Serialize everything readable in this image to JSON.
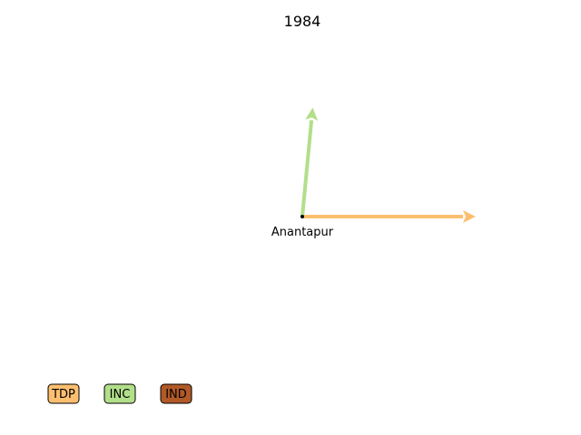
{
  "chart_data": {
    "type": "arrow-map",
    "title": "1984",
    "places": [
      {
        "name": "Anantapur",
        "arrows": [
          {
            "party": "TDP",
            "dx": 1.0,
            "dy": 0.0
          },
          {
            "party": "INC",
            "dx": 0.06,
            "dy": 0.63
          }
        ]
      }
    ],
    "legend": {
      "placement": "bottom-left",
      "items": [
        {
          "label": "TDP",
          "color": "#fdbf6f"
        },
        {
          "label": "INC",
          "color": "#b2df8a"
        },
        {
          "label": "IND",
          "color": "#b15928"
        }
      ]
    }
  }
}
